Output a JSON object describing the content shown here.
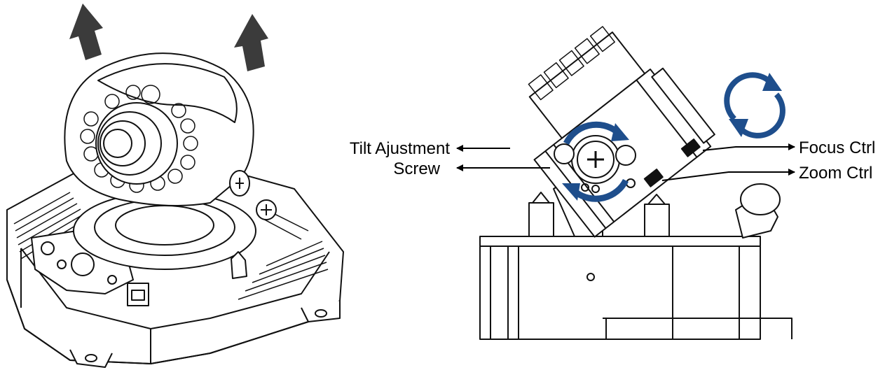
{
  "labels": {
    "tilt_line1": "Tilt Ajustment",
    "tilt_line2": "Screw",
    "focus": "Focus Ctrl",
    "zoom": "Zoom Ctrl"
  },
  "colors": {
    "outline": "#111111",
    "shadow_arrow": "#3b3b3b",
    "rotation_arrow": "#1e4e8c"
  },
  "icons": {
    "lift_arrows": "up-right-arrow-icon",
    "rotation": "rotate-arrows-icon"
  }
}
